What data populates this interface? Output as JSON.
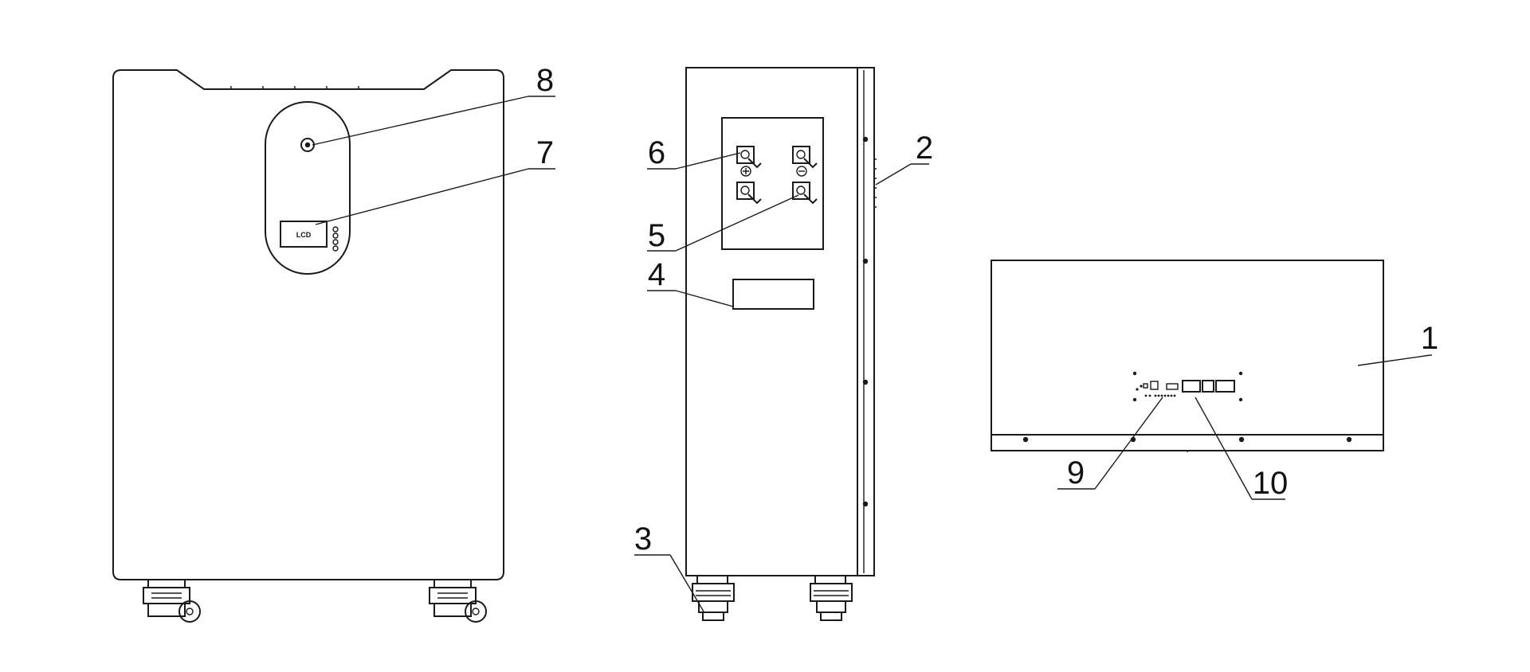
{
  "callouts": {
    "c1": "1",
    "c2": "2",
    "c3": "3",
    "c4": "4",
    "c5": "5",
    "c6": "6",
    "c7": "7",
    "c8": "8",
    "c9": "9",
    "c10": "10"
  },
  "display_label": "LCD"
}
